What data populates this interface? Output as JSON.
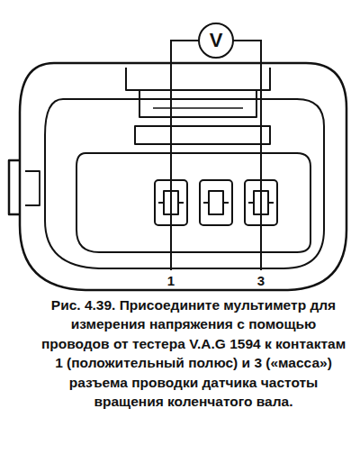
{
  "diagram": {
    "caption": "Рис. 4.39. Присоедините мультиметр для измерения напряжения с помощью проводов от тестера V.A.G 1594 к контактам 1 (положительный полюс) и 3 («масса») разъема проводки датчика частоты вращения коленчатого вала.",
    "nodes": [
      {
        "text": [
          "V"
        ]
      }
    ],
    "labels": [
      "1",
      "3"
    ]
  }
}
